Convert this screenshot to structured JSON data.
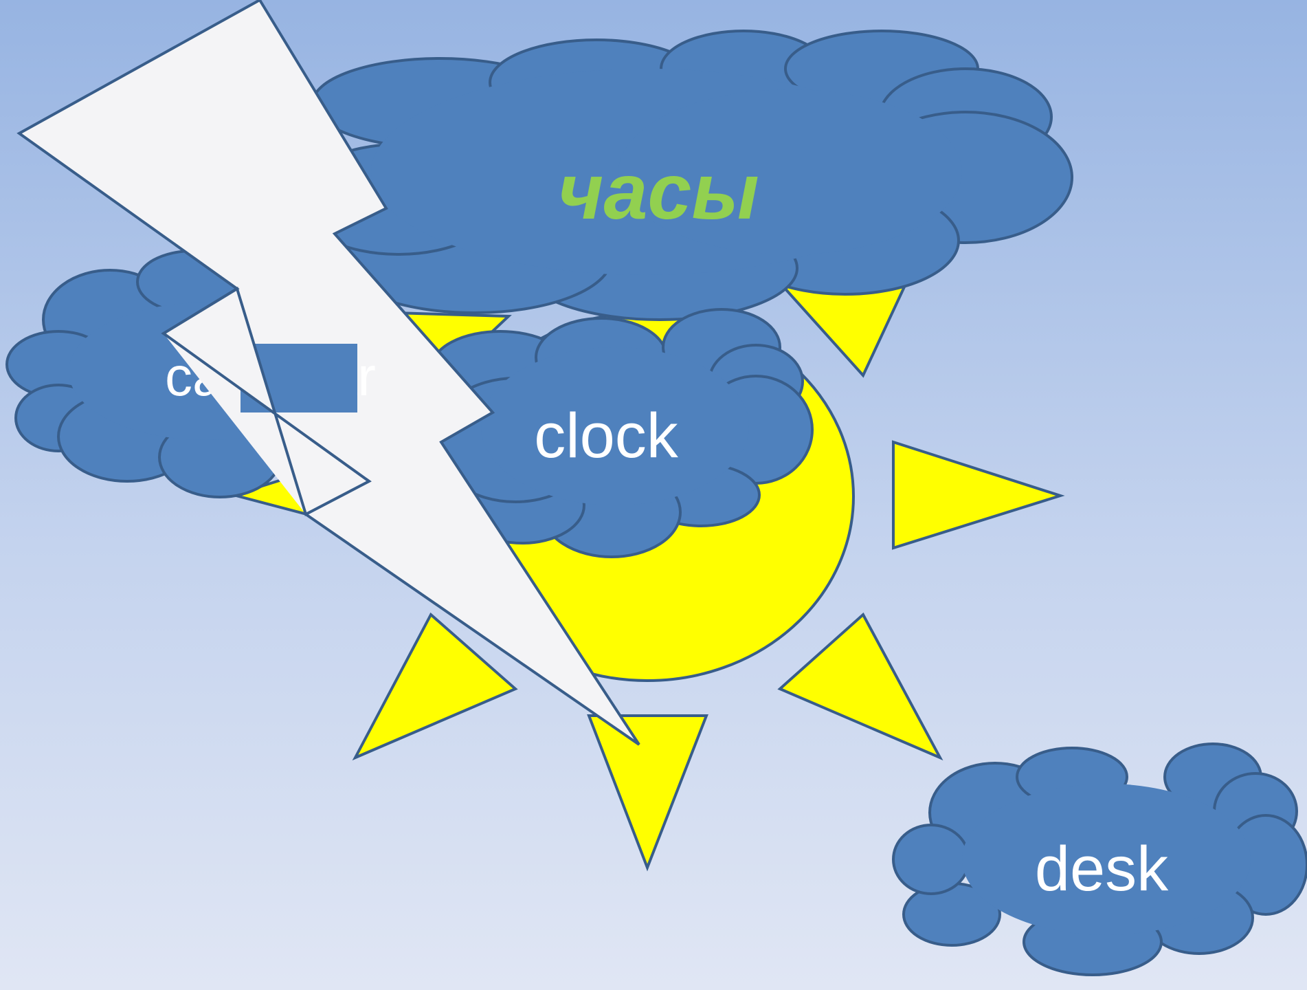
{
  "slide": {
    "words": {
      "russian": "часы",
      "left": "calendar",
      "center": "clock",
      "right": "desk"
    },
    "colors": {
      "background_top": "#97b4e2",
      "background_bottom": "#e0e6f4",
      "cloud_fill": "#4f81bd",
      "cloud_stroke": "#385d8a",
      "sun_fill": "#ffff00",
      "lightning_fill": "#f4f4f6",
      "russian_text": "#92d050",
      "english_text": "#ffffff"
    },
    "icons": [
      "sun-icon",
      "cloud-icon",
      "lightning-bolt-icon"
    ]
  }
}
